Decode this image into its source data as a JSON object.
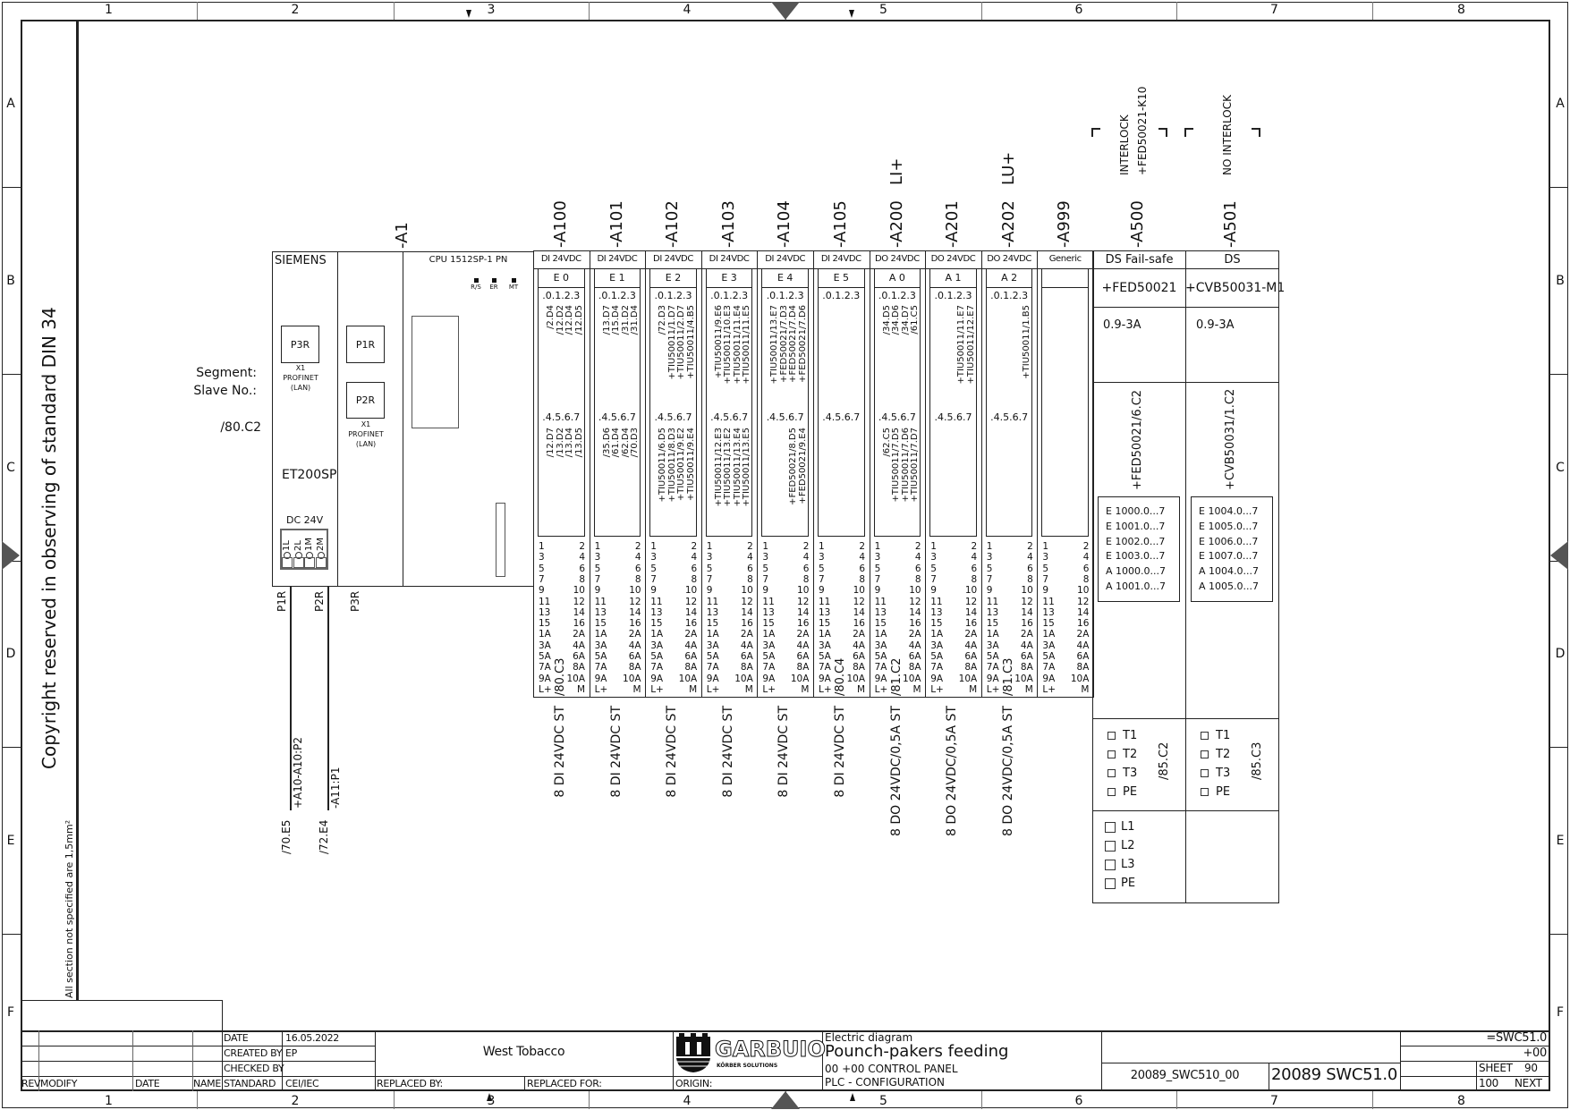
{
  "frame": {
    "columns": [
      "1",
      "2",
      "3",
      "4",
      "5",
      "6",
      "7",
      "8"
    ],
    "rows": [
      "A",
      "B",
      "C",
      "D",
      "E",
      "F"
    ]
  },
  "notes": {
    "copyright": "Copyright reserved in observing of standard DIN 34",
    "section": "All section not specified are 1,5mm²"
  },
  "rack": {
    "designation": "-A1",
    "segment_label": "Segment:",
    "slave_label": "Slave No.:",
    "xref": "/80.C2",
    "interface": {
      "brand": "SIEMENS",
      "port": "P3R",
      "x1": "X1",
      "profinet": "PROFINET",
      "lan": "(LAN)",
      "model": "ET200SP",
      "dc": "DC 24V",
      "terminals": [
        "1L",
        "2L",
        "1M",
        "2M"
      ]
    },
    "bus": {
      "port1": "P1R",
      "port2": "P2R",
      "x1": "X1",
      "profinet": "PROFINET",
      "lan": "(LAN)"
    },
    "cpu": {
      "name": "CPU 1512SP-1 PN",
      "leds": [
        "R/S",
        "ER",
        "MT"
      ]
    },
    "ports_below": [
      "P1R",
      "P2R",
      "P3R"
    ],
    "links": [
      {
        "target": "+A10-A10:P2",
        "xref": "/70.E5"
      },
      {
        "target": "-A11:P1",
        "xref": "/72.E4"
      }
    ]
  },
  "modules": [
    {
      "id": "-A100",
      "type": "DI 24VDC",
      "addr": "E 0",
      "top_refs": [
        "/2.D4",
        "/12.D2",
        "/12.D4",
        "/12.D5"
      ],
      "bot_refs": [
        "/12.D7",
        "/13.D2",
        "/13.D4",
        "/13.D5"
      ],
      "desc": "8 DI 24VDC ST",
      "xref": "/80.C3",
      "above": ""
    },
    {
      "id": "-A101",
      "type": "DI 24VDC",
      "addr": "E 1",
      "top_refs": [
        "/13.D7",
        "/15.D4",
        "/31.D2",
        "/31.D4"
      ],
      "bot_refs": [
        "/35.D6",
        "/61.D4",
        "/62.D4",
        "/70.D3"
      ],
      "desc": "8 DI 24VDC ST",
      "xref": "",
      "above": ""
    },
    {
      "id": "-A102",
      "type": "DI 24VDC",
      "addr": "E 2",
      "top_refs": [
        "/72.D3",
        "+TIU50011/1.D7",
        "+TIU50011/2.D7",
        "+TIU50011/4.B5"
      ],
      "bot_refs": [
        "+TIU50011/6.D5",
        "+TIU50011/8.D3",
        "+TIU50011/9.E2",
        "+TIU50011/9.E4"
      ],
      "desc": "8 DI 24VDC ST",
      "xref": "",
      "above": ""
    },
    {
      "id": "-A103",
      "type": "DI 24VDC",
      "addr": "E 3",
      "top_refs": [
        "+TIU50011/9.E6",
        "+TIU50011/10.E3",
        "+TIU50011/11.E4",
        "+TIU50011/11.E5"
      ],
      "bot_refs": [
        "+TIU50011/12.E3",
        "+TIU50011/13.E2",
        "+TIU50011/13.E4",
        "+TIU50011/13.E5"
      ],
      "desc": "8 DI 24VDC ST",
      "xref": "",
      "above": ""
    },
    {
      "id": "-A104",
      "type": "DI 24VDC",
      "addr": "E 4",
      "top_refs": [
        "+TIU50011/13.E7",
        "+FED50021/7.D3",
        "+FED50021/7.D4",
        "+FED50021/7.D6"
      ],
      "bot_refs": [
        "+FED50021/8.D5",
        "+FED50021/9.E4"
      ],
      "desc": "8 DI 24VDC ST",
      "xref": "",
      "above": ""
    },
    {
      "id": "-A105",
      "type": "DI 24VDC",
      "addr": "E 5",
      "top_refs": [],
      "bot_refs": [],
      "desc": "8 DI 24VDC ST",
      "xref": "/80.C4",
      "above": ""
    },
    {
      "id": "-A200",
      "type": "DO 24VDC",
      "addr": "A 0",
      "top_refs": [
        "/34.D5",
        "/34.D6",
        "/34.D7",
        "/61.C5"
      ],
      "bot_refs": [
        "/62.C5",
        "+TIU50011/7.D5",
        "+TIU50011/7.D6",
        "+TIU50011/7.D7"
      ],
      "desc": "8 DO 24VDC/0,5A ST",
      "xref": "/81.C2",
      "above": "LI+"
    },
    {
      "id": "-A201",
      "type": "DO 24VDC",
      "addr": "A 1",
      "top_refs": [
        "+TIU50011/11.E7",
        "+TIU50011/12.E7"
      ],
      "bot_refs": [],
      "desc": "8 DO 24VDC/0,5A ST",
      "xref": "",
      "above": ""
    },
    {
      "id": "-A202",
      "type": "DO 24VDC",
      "addr": "A 2",
      "top_refs": [
        "+TIU50011/1.B5"
      ],
      "bot_refs": [],
      "desc": "8 DO 24VDC/0,5A ST",
      "xref": "/81.C3",
      "above": "LU+"
    },
    {
      "id": "-A999",
      "type": "Generic",
      "addr": "",
      "top_refs": [],
      "bot_refs": [],
      "desc": "",
      "xref": "",
      "above": "",
      "generic": true
    }
  ],
  "channels": {
    "low": ".0.1.2.3",
    "high": ".4.5.6.7"
  },
  "terminals": {
    "left": [
      "1",
      "3",
      "5",
      "7",
      "9",
      "11",
      "13",
      "15",
      "1A",
      "3A",
      "5A",
      "7A",
      "9A",
      "L+"
    ],
    "right": [
      "2",
      "4",
      "6",
      "8",
      "10",
      "12",
      "14",
      "16",
      "2A",
      "4A",
      "6A",
      "8A",
      "10A",
      "M"
    ]
  },
  "starters": [
    {
      "id": "-A500",
      "bracket_lines": [
        "INTERLOCK",
        "+FED50021-K10"
      ],
      "type": "DS Fail-safe",
      "device": "+FED50021",
      "range": "0.9-3A",
      "ref": "+FED50021/6.C2",
      "io": [
        "E 1000.0...7",
        "E 1001.0...7",
        "E 1002.0...7",
        "E 1003.0...7",
        "A 1000.0...7",
        "A 1001.0...7"
      ],
      "out": [
        "T1",
        "T2",
        "T3",
        "PE"
      ],
      "out_xref": "/85.C2",
      "in": [
        "L1",
        "L2",
        "L3",
        "PE"
      ]
    },
    {
      "id": "-A501",
      "bracket_lines": [
        "NO INTERLOCK"
      ],
      "type": "DS",
      "device": "+CVB50031-M1",
      "range": "0.9-3A",
      "ref": "+CVB50031/1.C2",
      "io": [
        "E 1004.0...7",
        "E 1005.0...7",
        "E 1006.0...7",
        "E 1007.0...7",
        "A 1004.0...7",
        "A 1005.0...7"
      ],
      "out": [
        "T1",
        "T2",
        "T3",
        "PE"
      ],
      "out_xref": "/85.C3",
      "in": []
    }
  ],
  "title_block": {
    "rev_headers": [
      "REV",
      "MODIFY",
      "DATE",
      "NAME"
    ],
    "date_label": "DATE",
    "date": "16.05.2022",
    "created_label": "CREATED BY",
    "created": "EP",
    "checked_label": "CHECKED BY",
    "standard_label": "STANDARD",
    "standard": "CEI/IEC",
    "customer": "West Tobacco",
    "replaced_by": "REPLACED BY:",
    "replaced_for": "REPLACED FOR:",
    "origin": "ORIGIN:",
    "logo": {
      "name": "GARBUIO",
      "tagline": "KÖRBER SOLUTIONS"
    },
    "doc_type": "Electric diagram",
    "title": "Pounch-pakers feeding",
    "subtitle1": "00 +00 CONTROL PANEL",
    "subtitle2": "PLC - CONFIGURATION",
    "file": "20089_SWC510_00",
    "drawing": "20089 SWC51.0",
    "function": "=SWC51.0",
    "location": "+00",
    "sheet_label": "SHEET",
    "sheet": "90",
    "next": "100",
    "next_label": "NEXT"
  }
}
